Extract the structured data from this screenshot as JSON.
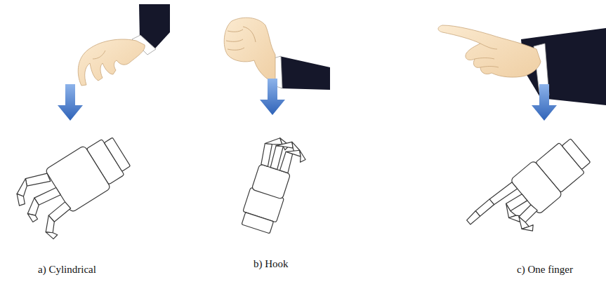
{
  "diagram": {
    "labels": [
      "a) Cylindrical",
      "b) Hook",
      "c) One finger"
    ]
  }
}
